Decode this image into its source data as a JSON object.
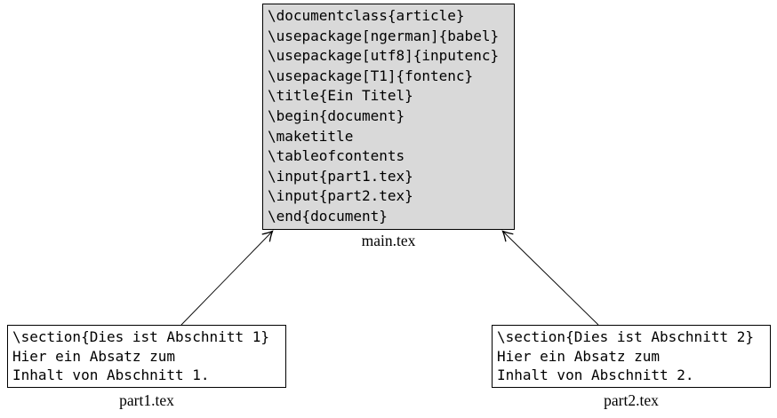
{
  "nodes": {
    "main": {
      "label": "main.tex",
      "fill": "#d9d9d9",
      "lines": [
        "\\documentclass{article}",
        "\\usepackage[ngerman]{babel}",
        "\\usepackage[utf8]{inputenc}",
        "\\usepackage[T1]{fontenc}",
        "\\title{Ein Titel}",
        "\\begin{document}",
        "\\maketitle",
        "\\tableofcontents",
        "\\input{part1.tex}",
        "\\input{part2.tex}",
        "\\end{document}"
      ]
    },
    "part1": {
      "label": "part1.tex",
      "fill": "#ffffff",
      "lines": [
        "\\section{Dies ist Abschnitt 1}",
        "Hier ein Absatz zum",
        "Inhalt von Abschnitt 1."
      ]
    },
    "part2": {
      "label": "part2.tex",
      "fill": "#ffffff",
      "lines": [
        "\\section{Dies ist Abschnitt 2}",
        "Hier ein Absatz zum",
        "Inhalt von Abschnitt 2."
      ]
    }
  },
  "edges": [
    {
      "from": "part1.tex",
      "to": "main.tex",
      "style": "arrow-to-main"
    },
    {
      "from": "part2.tex",
      "to": "main.tex",
      "style": "arrow-to-main"
    }
  ],
  "colors": {
    "background": "#ffffff",
    "border": "#000000",
    "edge_line": "#000000",
    "text": "#000000",
    "main_fill": "#d9d9d9"
  }
}
